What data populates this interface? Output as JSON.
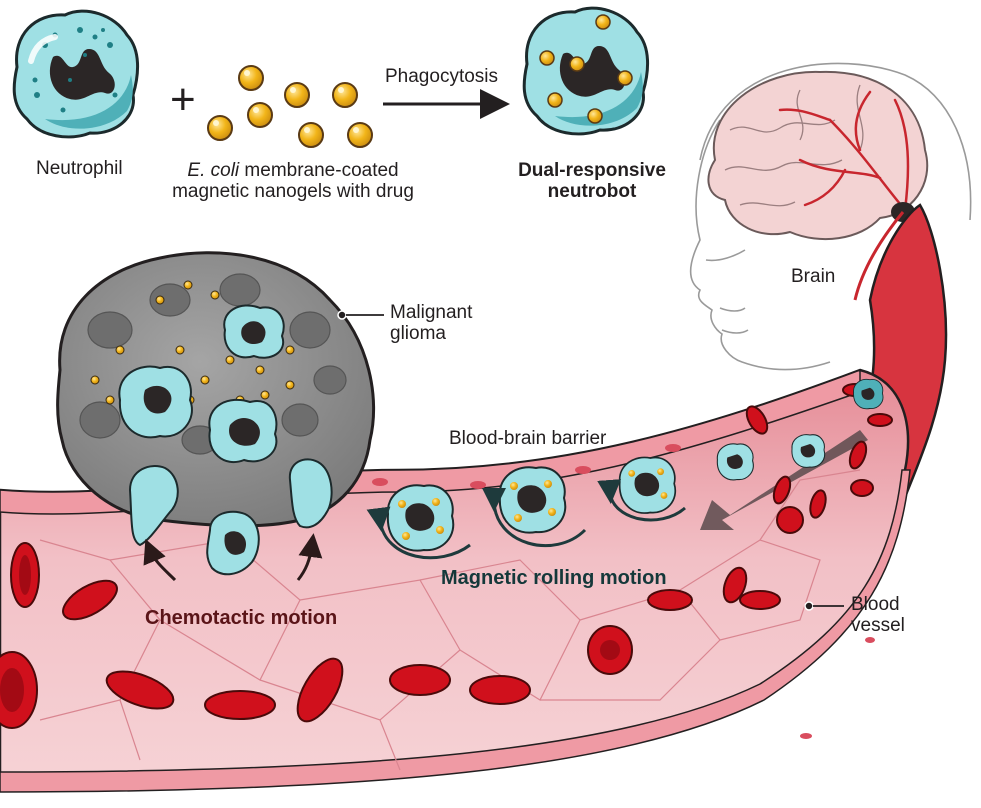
{
  "title": "Dual-responsive neutrobot delivery to malignant glioma",
  "legend": {
    "neutrophil_label": "Neutrophil",
    "plus_symbol": "+",
    "nanogel_label_italic": "E. coli",
    "nanogel_label_rest": " membrane-coated",
    "nanogel_label_line2": "magnetic nanogels with drug",
    "arrow_label": "Phagocytosis",
    "neutrobot_label_line1": "Dual-responsive",
    "neutrobot_label_line2": "neutrobot"
  },
  "labels": {
    "brain": "Brain",
    "glioma_line1": "Malignant",
    "glioma_line2": "glioma",
    "bbb": "Blood-brain barrier",
    "magnetic": "Magnetic rolling motion",
    "chemotactic": "Chemotactic motion",
    "vessel_line1": "Blood",
    "vessel_line2": "vessel"
  },
  "colors": {
    "cell_cyan": "#9fe0e4",
    "cell_dark_cyan": "#4fb0b8",
    "nucleus": "#2b2626",
    "nanogel_gold": "#f2b519",
    "vessel_pink": "#e79aa2",
    "vessel_dark": "#c9485a",
    "rbc_red": "#d0101c",
    "glioma_gray": "#8a8a8a",
    "brain_pink": "#f3d3d3",
    "artery_red": "#c8262e",
    "chemotactic_text": "#5a1418",
    "magnetic_text": "#14383a"
  }
}
